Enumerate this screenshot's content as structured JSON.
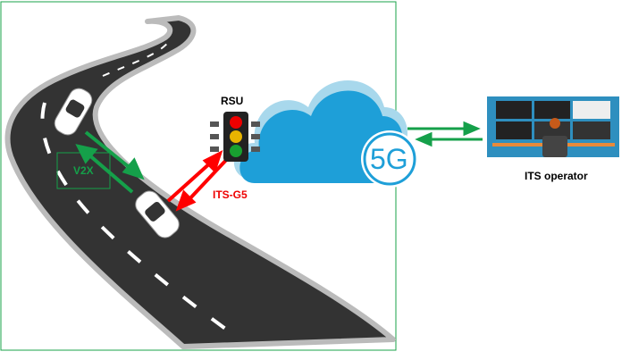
{
  "labels": {
    "rsu": "RSU",
    "v2x": "V2X",
    "its_g5": "ITS-G5",
    "fiveg": "5G",
    "its_operator": "ITS operator"
  },
  "colors": {
    "frame": "#1aa34a",
    "v2x_arrow": "#15a04a",
    "its_g5_arrow": "#ff0000",
    "cloud": "#1e9fd8",
    "road": "#333333",
    "operator_bg": "#2e8fbf"
  }
}
